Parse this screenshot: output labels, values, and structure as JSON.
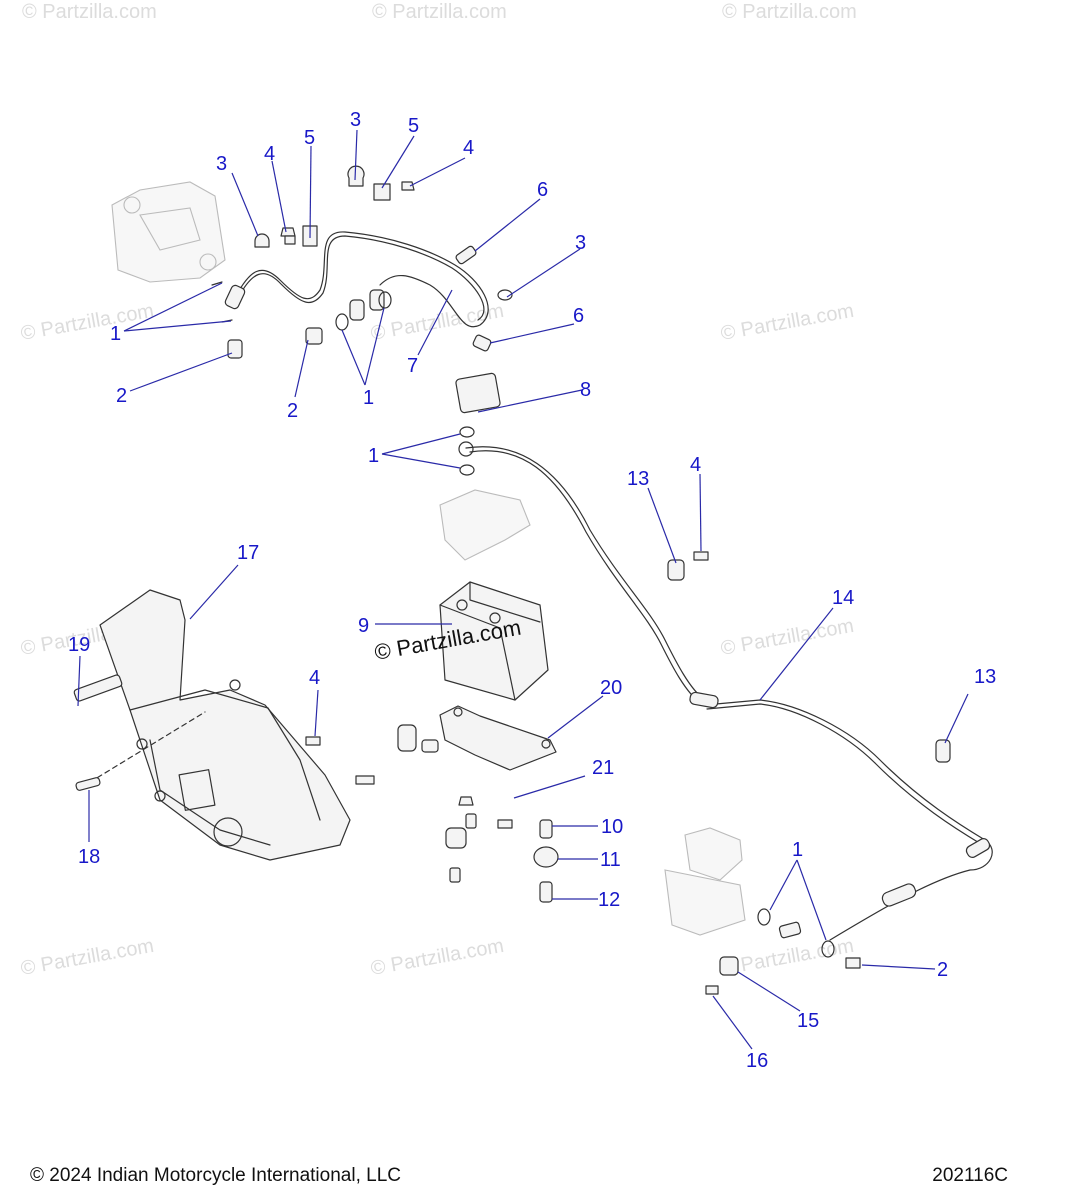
{
  "watermark_text": "© Partzilla.com",
  "watermark_center_text": "© Partzilla.com",
  "footer": {
    "copyright": "© 2024 Indian Motorcycle International, LLC",
    "figure_id": "202116C"
  },
  "callouts": [
    {
      "id": "c1a",
      "label": "1"
    },
    {
      "id": "c2a",
      "label": "2"
    },
    {
      "id": "c3a",
      "label": "3"
    },
    {
      "id": "c4a",
      "label": "4"
    },
    {
      "id": "c5a",
      "label": "5"
    },
    {
      "id": "c3b",
      "label": "3"
    },
    {
      "id": "c5b",
      "label": "5"
    },
    {
      "id": "c4b",
      "label": "4"
    },
    {
      "id": "c6a",
      "label": "6"
    },
    {
      "id": "c3c",
      "label": "3"
    },
    {
      "id": "c6b",
      "label": "6"
    },
    {
      "id": "c2b",
      "label": "2"
    },
    {
      "id": "c1b",
      "label": "1"
    },
    {
      "id": "c7",
      "label": "7"
    },
    {
      "id": "c8",
      "label": "8"
    },
    {
      "id": "c1c",
      "label": "1"
    },
    {
      "id": "c13a",
      "label": "13"
    },
    {
      "id": "c4c",
      "label": "4"
    },
    {
      "id": "c17",
      "label": "17"
    },
    {
      "id": "c9",
      "label": "9"
    },
    {
      "id": "c14",
      "label": "14"
    },
    {
      "id": "c19",
      "label": "19"
    },
    {
      "id": "c4d",
      "label": "4"
    },
    {
      "id": "c20",
      "label": "20"
    },
    {
      "id": "c13b",
      "label": "13"
    },
    {
      "id": "c21",
      "label": "21"
    },
    {
      "id": "c18",
      "label": "18"
    },
    {
      "id": "c10",
      "label": "10"
    },
    {
      "id": "c11",
      "label": "11"
    },
    {
      "id": "c1d",
      "label": "1"
    },
    {
      "id": "c12",
      "label": "12"
    },
    {
      "id": "c2c",
      "label": "2"
    },
    {
      "id": "c15",
      "label": "15"
    },
    {
      "id": "c16",
      "label": "16"
    }
  ]
}
